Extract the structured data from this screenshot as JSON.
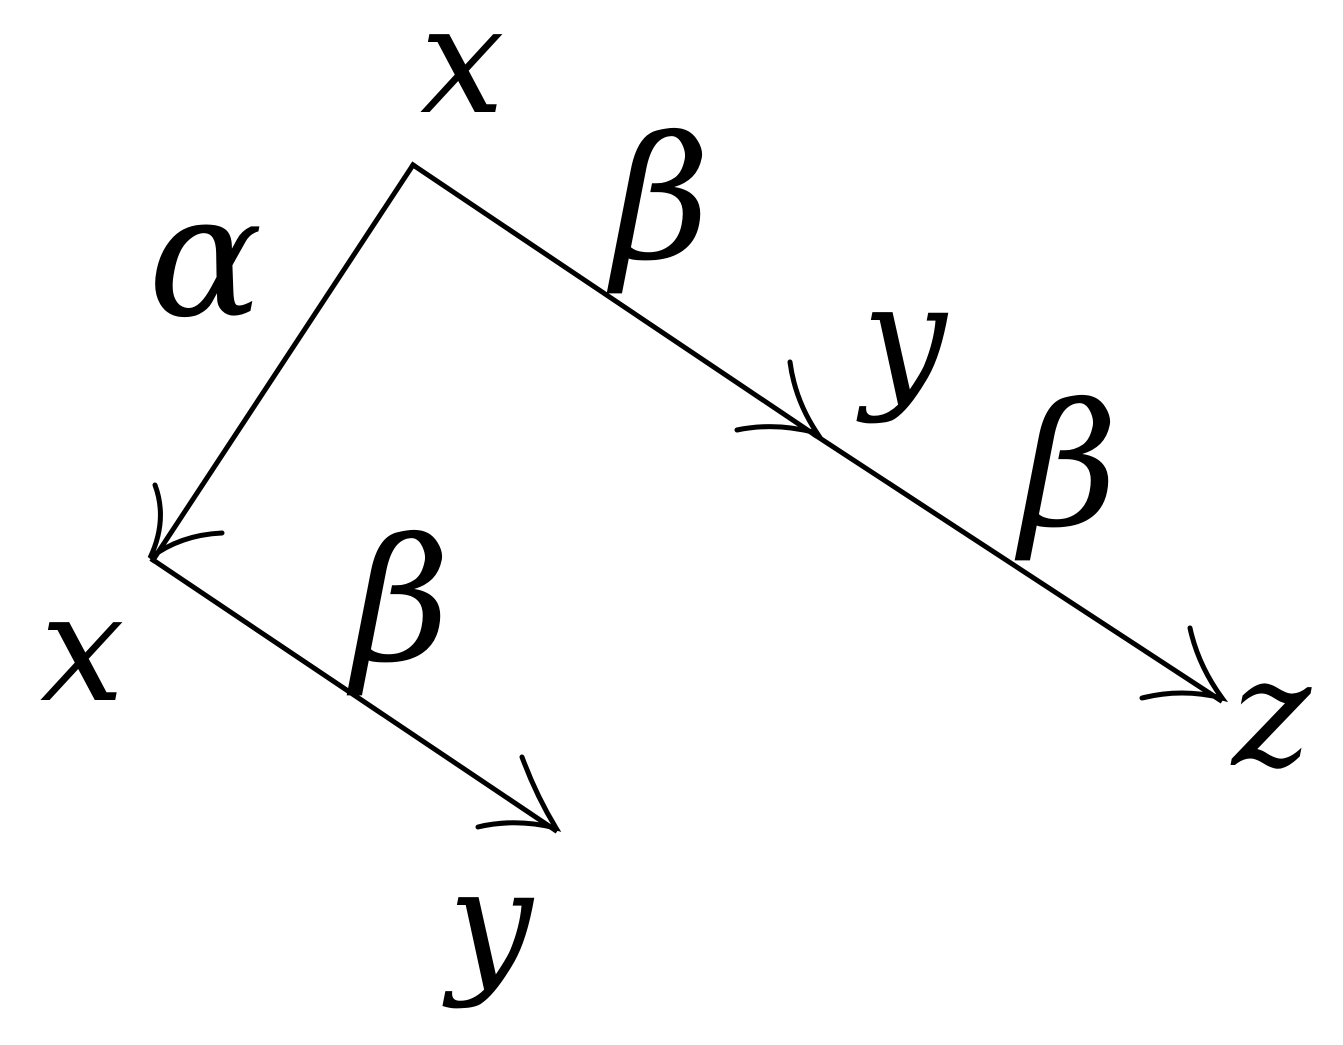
{
  "diagram": {
    "nodes": {
      "root": "x",
      "left": "x",
      "left_child": "y",
      "mid": "y",
      "far": "z"
    },
    "edges": {
      "root_to_left": "α",
      "left_to_left_child": "β",
      "root_to_mid": "β",
      "mid_to_far": "β"
    }
  }
}
